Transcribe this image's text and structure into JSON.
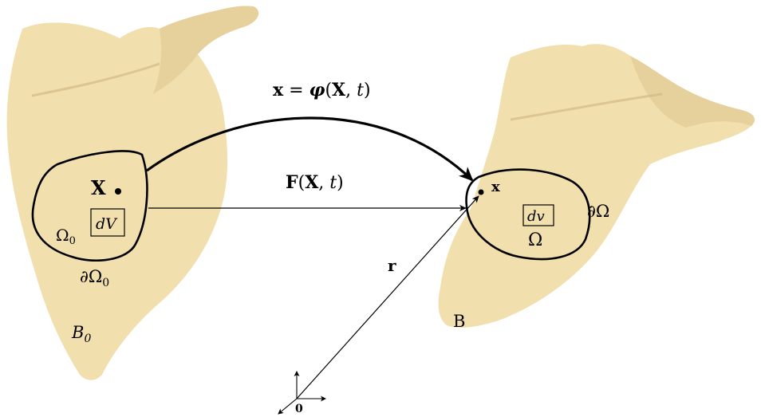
{
  "labels": {
    "map_eq": {
      "lhs": "x",
      "eq": " = ",
      "phi": "φ",
      "open": "(",
      "X": "X",
      "comma": ", ",
      "t": "t",
      "close": ")"
    },
    "deform": {
      "F": "F",
      "open": "(",
      "X": "X",
      "comma": ", ",
      "t": "t",
      "close": ")"
    },
    "ref_point": "X",
    "cur_point": "x",
    "ref_volume": "dV",
    "cur_volume": "dv",
    "ref_domain": {
      "base": "Ω",
      "sub": "0"
    },
    "ref_boundary": {
      "partial": "∂",
      "base": "Ω",
      "sub": "0"
    },
    "cur_domain": "Ω",
    "cur_boundary": "∂Ω",
    "ref_body": {
      "base": "B",
      "sub": "0"
    },
    "cur_body": "B",
    "position_vector": "r",
    "origin": "0"
  },
  "colors": {
    "bone_fill": "#f1dfae",
    "bone_shadow": "#d9c28a",
    "line": "#000000"
  }
}
